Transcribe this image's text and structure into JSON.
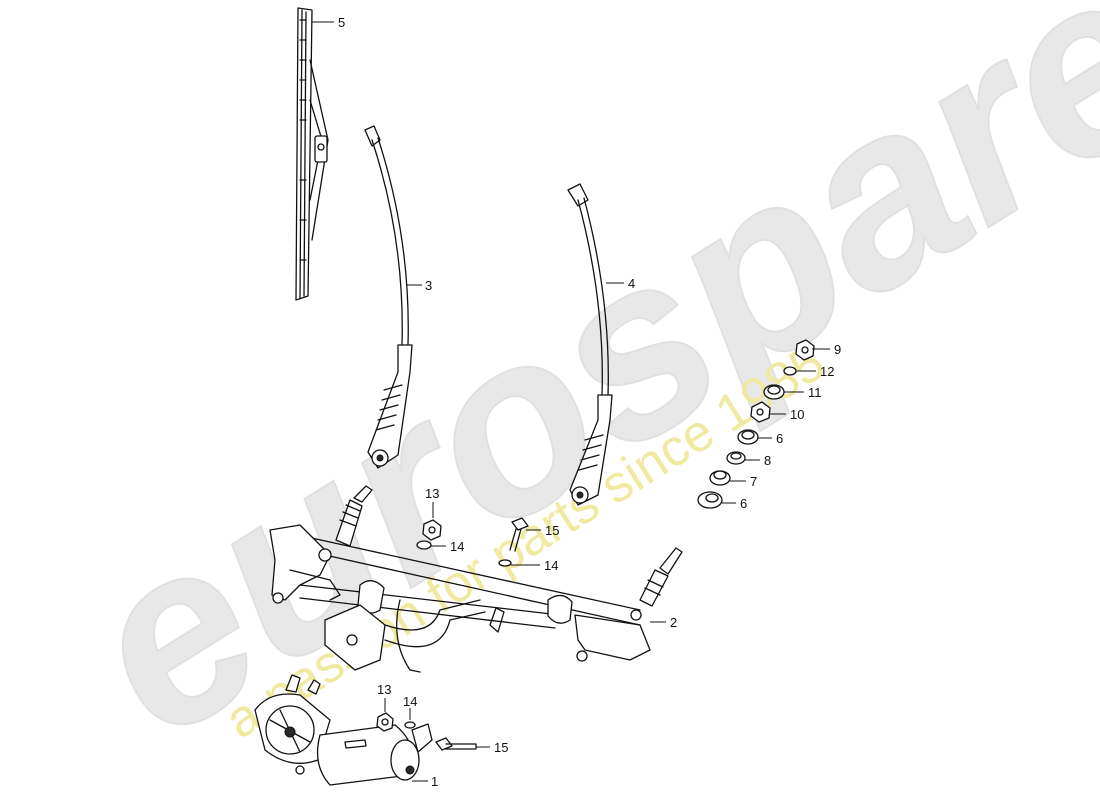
{
  "watermark": {
    "brand": "eurospares",
    "slogan": "a passion for parts since 1985",
    "brand_color": "#e8e8e8",
    "slogan_color": "#f0eaa0"
  },
  "callouts": {
    "p1": "1",
    "p2": "2",
    "p3": "3",
    "p4": "4",
    "p5": "5",
    "p6a": "6",
    "p6b": "6",
    "p7": "7",
    "p8": "8",
    "p9": "9",
    "p10": "10",
    "p11": "11",
    "p12": "12",
    "p13a": "13",
    "p13b": "13",
    "p14a": "14",
    "p14b": "14",
    "p14c": "14",
    "p15a": "15",
    "p15b": "15"
  }
}
